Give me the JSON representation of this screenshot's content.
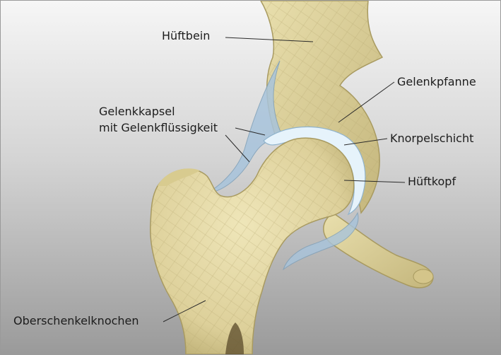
{
  "labels": {
    "hueftbein": "Hüftbein",
    "gelenkpfanne": "Gelenkpfanne",
    "gelenkkapsel_line1": "Gelenkkapsel",
    "gelenkkapsel_line2": "mit Gelenkflüssigkeit",
    "knorpelschicht": "Knorpelschicht",
    "hueftkopf": "Hüftkopf",
    "oberschenkelknochen": "Oberschenkelknochen"
  },
  "colors": {
    "background_top": "#f4f4f4",
    "background_bottom": "#9c9c9c",
    "bone": "#e3d8a4",
    "bone_shadow": "#b8ab72",
    "cartilage": "#dff0fa",
    "capsule": "#9dbfd8",
    "leader_line": "#2a2a2a"
  }
}
